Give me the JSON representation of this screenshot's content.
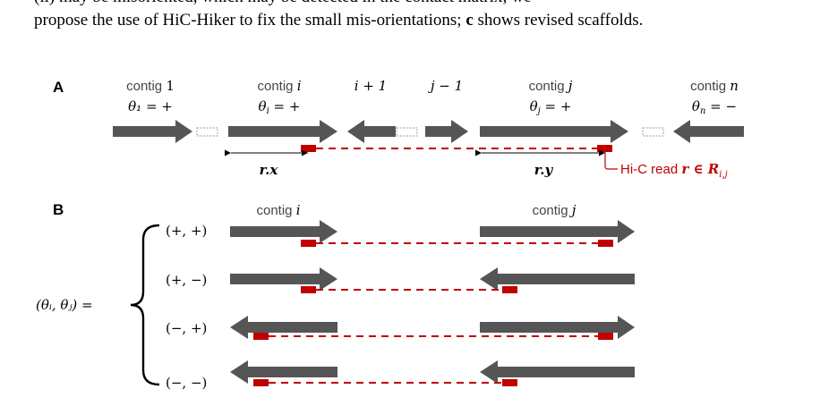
{
  "caption": {
    "line1": "(ii) may be misoriented, which may be detected in the contact matrix; we",
    "line2_pre": "propose the use of HiC-Hiker to fix the small mis-orientations; ",
    "line2_bold": "c",
    "line2_post": " shows revised scaffolds."
  },
  "panel_a": {
    "label": "A",
    "contig1": {
      "name": "contig ",
      "index": "1",
      "theta": "θ₁ = +"
    },
    "contigi": {
      "name": "contig ",
      "index": "i",
      "theta_var": "θ",
      "theta_sub": "i",
      "theta_val": " = +"
    },
    "i_plus_1": "i + 1",
    "j_minus_1": "j − 1",
    "contigj": {
      "name": "contig ",
      "index": "j",
      "theta_var": "θ",
      "theta_sub": "j",
      "theta_val": " = +"
    },
    "contign": {
      "name": "contig ",
      "index": "n",
      "theta_var": "θ",
      "theta_sub": "n",
      "theta_val": " = −"
    },
    "rx": "r.x",
    "ry": "r.y",
    "hic_read_prefix": "Hi-C read ",
    "hic_read_var": "r ∈ R",
    "hic_read_sub": "i,j"
  },
  "panel_b": {
    "label": "B",
    "contig_i": "contig ",
    "contig_i_idx": "i",
    "contig_j": "contig ",
    "contig_j_idx": "j",
    "pair_label": "(θᵢ, θⱼ) =",
    "orientations": [
      "(+, +)",
      "(+, −)",
      "(−, +)",
      "(−, −)"
    ]
  },
  "colors": {
    "arrow": "#555555",
    "read": "#c00000"
  }
}
